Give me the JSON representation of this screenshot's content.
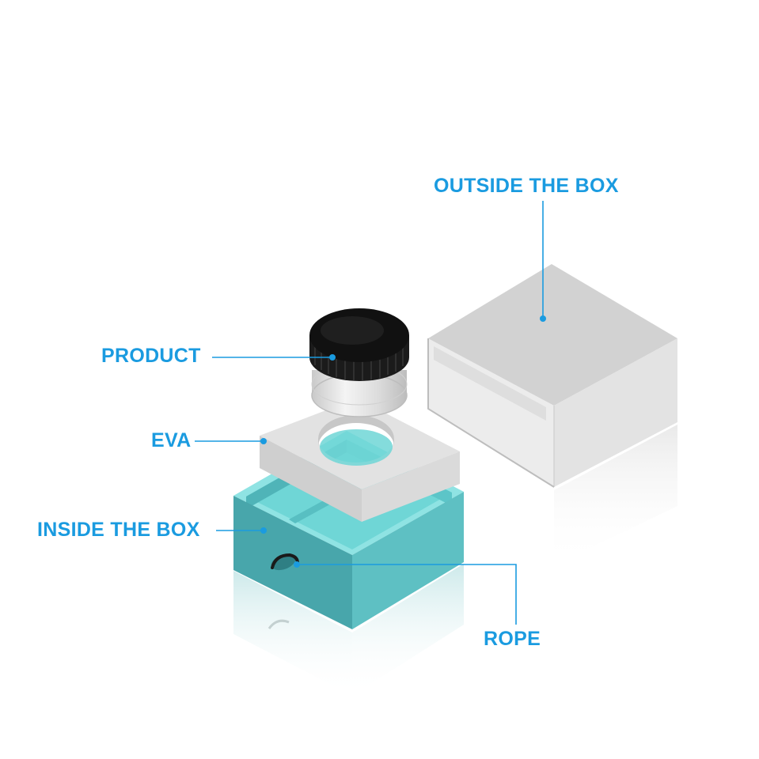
{
  "labels": {
    "outside": "OUTSIDE THE BOX",
    "product": "PRODUCT",
    "eva": "EVA",
    "inside": "INSIDE THE BOX",
    "rope": "ROPE"
  },
  "colors": {
    "label": "#1a9be0",
    "leader": "#1a9be0",
    "teal_top": "#6fd6d6",
    "teal_left": "#47a8ad",
    "teal_right": "#5fc1c4",
    "gray_light": "#ececec",
    "gray_mid": "#d6d6d6",
    "gray_dark": "#c4c4c4",
    "cap": "#141414"
  }
}
